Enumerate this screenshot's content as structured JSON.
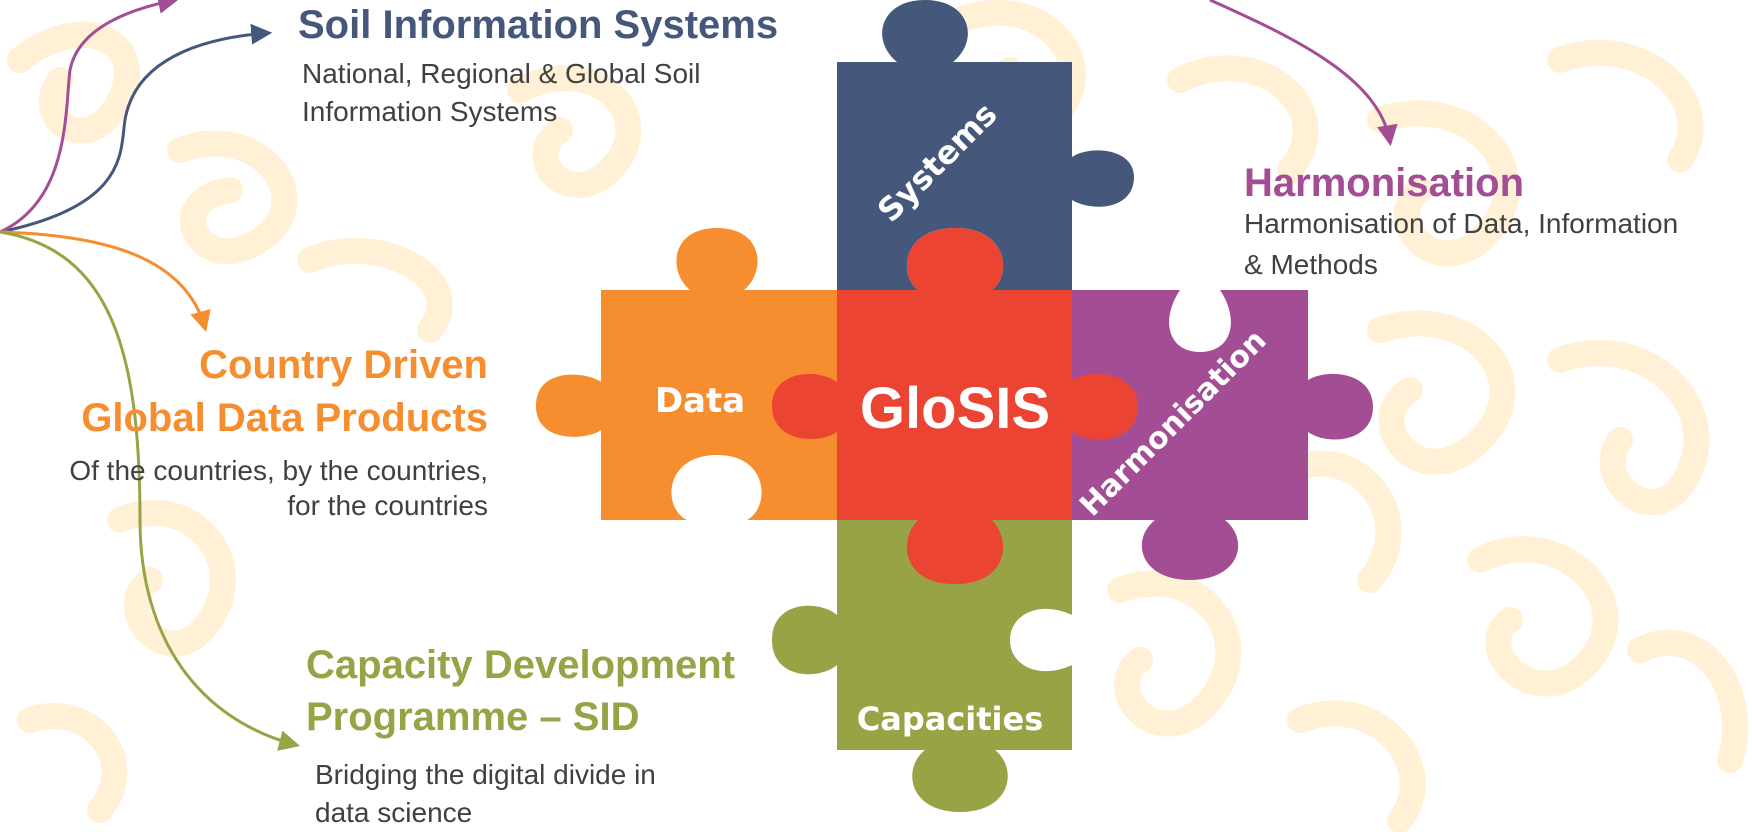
{
  "colors": {
    "systems": "#45587c",
    "data": "#f68d2e",
    "center": "#ec4432",
    "harmonisation": "#a34d95",
    "capacities": "#97a344",
    "background_swirl": "#fff0d6",
    "text_dark": "#404040"
  },
  "puzzle": {
    "center_label": "GloSIS",
    "top_label": "Systems",
    "left_label": "Data",
    "right_label": "Harmonisation",
    "bottom_label": "Capacities"
  },
  "callouts": {
    "systems": {
      "title": "Soil Information Systems",
      "desc_line1": "National, Regional & Global Soil",
      "desc_line2": "Information Systems"
    },
    "harmonisation": {
      "title": "Harmonisation",
      "desc_line1": "Harmonisation of Data, Information",
      "desc_line2": "& Methods"
    },
    "data": {
      "title_line1": "Country Driven",
      "title_line2": "Global Data Products",
      "desc_line1": "Of the countries, by the countries,",
      "desc_line2": "for the countries"
    },
    "capacities": {
      "title_line1": "Capacity Development",
      "title_line2": "Programme – SID",
      "desc_line1": "Bridging the digital divide in",
      "desc_line2": "data science"
    }
  }
}
